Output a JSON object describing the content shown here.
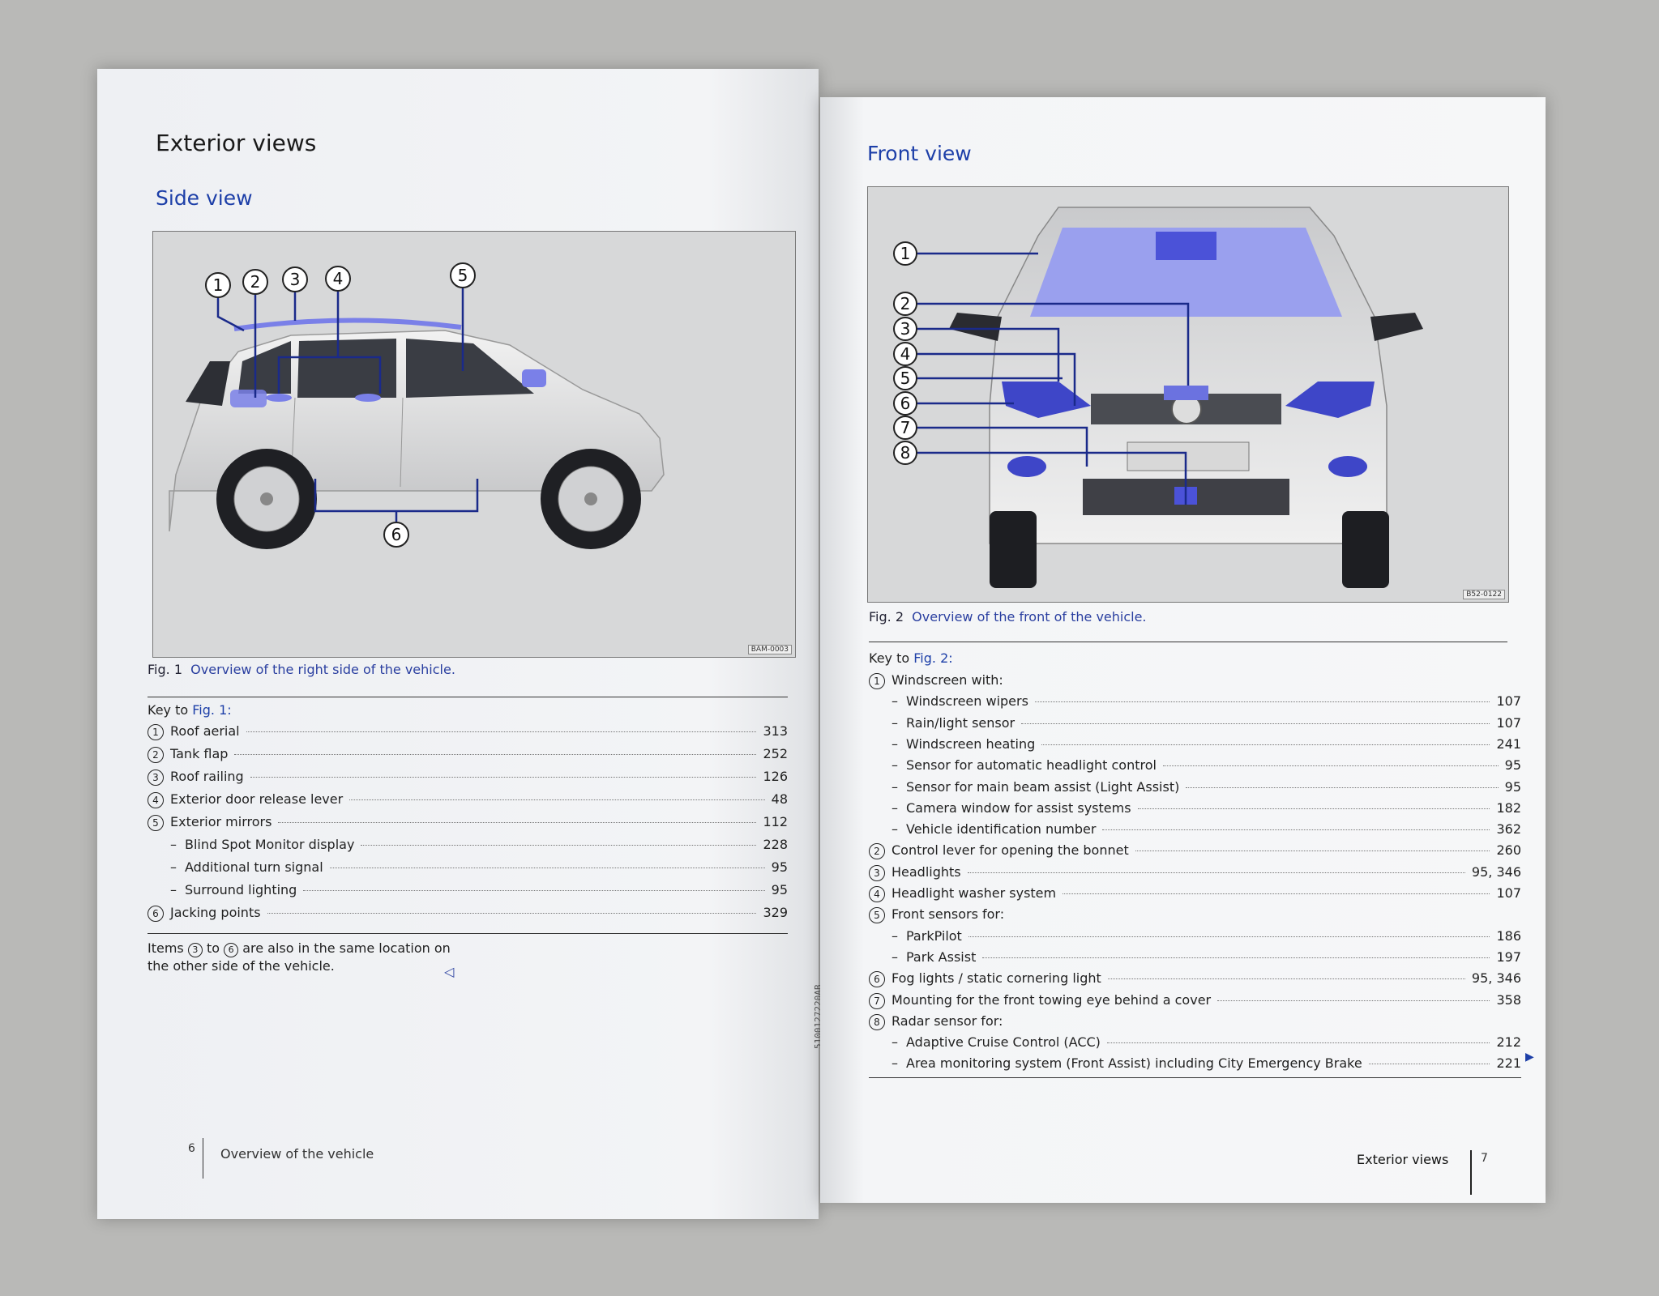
{
  "left": {
    "title": "Exterior views",
    "section": "Side view",
    "figure_code": "BAM-0003",
    "caption_fig": "Fig. 1",
    "caption_text": "Overview of the right side of the vehicle.",
    "callouts": [
      "1",
      "2",
      "3",
      "4",
      "5",
      "6"
    ],
    "key_prefix": "Key to",
    "key_link": "Fig. 1:",
    "items": [
      {
        "num": "1",
        "label": "Roof aerial",
        "page": "313"
      },
      {
        "num": "2",
        "label": "Tank flap",
        "page": "252"
      },
      {
        "num": "3",
        "label": "Roof railing",
        "page": "126"
      },
      {
        "num": "4",
        "label": "Exterior door release lever",
        "page": "48"
      },
      {
        "num": "5",
        "label": "Exterior mirrors",
        "page": "112"
      },
      {
        "dash": "–",
        "label": "Blind Spot Monitor display",
        "page": "228"
      },
      {
        "dash": "–",
        "label": "Additional turn signal",
        "page": "95"
      },
      {
        "dash": "–",
        "label": "Surround lighting",
        "page": "95"
      },
      {
        "num": "6",
        "label": "Jacking points",
        "page": "329"
      }
    ],
    "note_part1": "Items",
    "note_num1": "3",
    "note_to": "to",
    "note_num2": "6",
    "note_part2": "are also in the same location on",
    "note_line2": "the other side of the vehicle.",
    "end_mark": "◁",
    "page_number": "6",
    "running_footer": "Overview of the vehicle"
  },
  "right": {
    "section": "Front view",
    "figure_code": "B52-0122",
    "caption_fig": "Fig. 2",
    "caption_text": "Overview of the front of the vehicle.",
    "callouts": [
      "1",
      "2",
      "3",
      "4",
      "5",
      "6",
      "7",
      "8"
    ],
    "key_prefix": "Key to",
    "key_link": "Fig. 2:",
    "items": [
      {
        "num": "1",
        "label": "Windscreen with:",
        "page": ""
      },
      {
        "dash": "–",
        "label": "Windscreen wipers",
        "page": "107"
      },
      {
        "dash": "–",
        "label": "Rain/light sensor",
        "page": "107"
      },
      {
        "dash": "–",
        "label": "Windscreen heating",
        "page": "241"
      },
      {
        "dash": "–",
        "label": "Sensor for automatic headlight control",
        "page": "95"
      },
      {
        "dash": "–",
        "label": "Sensor for main beam assist (Light Assist)",
        "page": "95"
      },
      {
        "dash": "–",
        "label": "Camera window for assist systems",
        "page": "182"
      },
      {
        "dash": "–",
        "label": "Vehicle identification number",
        "page": "362"
      },
      {
        "num": "2",
        "label": "Control lever for opening the bonnet",
        "page": "260"
      },
      {
        "num": "3",
        "label": "Headlights",
        "page": "95, 346"
      },
      {
        "num": "4",
        "label": "Headlight washer system",
        "page": "107"
      },
      {
        "num": "5",
        "label": "Front sensors for:",
        "page": ""
      },
      {
        "dash": "–",
        "label": "ParkPilot",
        "page": "186"
      },
      {
        "dash": "–",
        "label": "Park Assist",
        "page": "197"
      },
      {
        "num": "6",
        "label": "Fog lights / static cornering light",
        "page": "95, 346"
      },
      {
        "num": "7",
        "label": "Mounting for the front towing eye behind a cover",
        "page": "358"
      },
      {
        "num": "8",
        "label": "Radar sensor for:",
        "page": ""
      },
      {
        "dash": "–",
        "label": "Adaptive Cruise Control (ACC)",
        "page": "212"
      },
      {
        "dash": "–",
        "label": "Area monitoring system (Front Assist) including City Emergency Brake",
        "page": "221"
      }
    ],
    "continue_mark": "▶",
    "running_footer": "Exterior views",
    "page_number": "7"
  },
  "spine_code": "5100127220AB",
  "colors": {
    "accent": "#1d3fa8",
    "highlight": "#5a63e0",
    "page": "#f4f5f7"
  }
}
